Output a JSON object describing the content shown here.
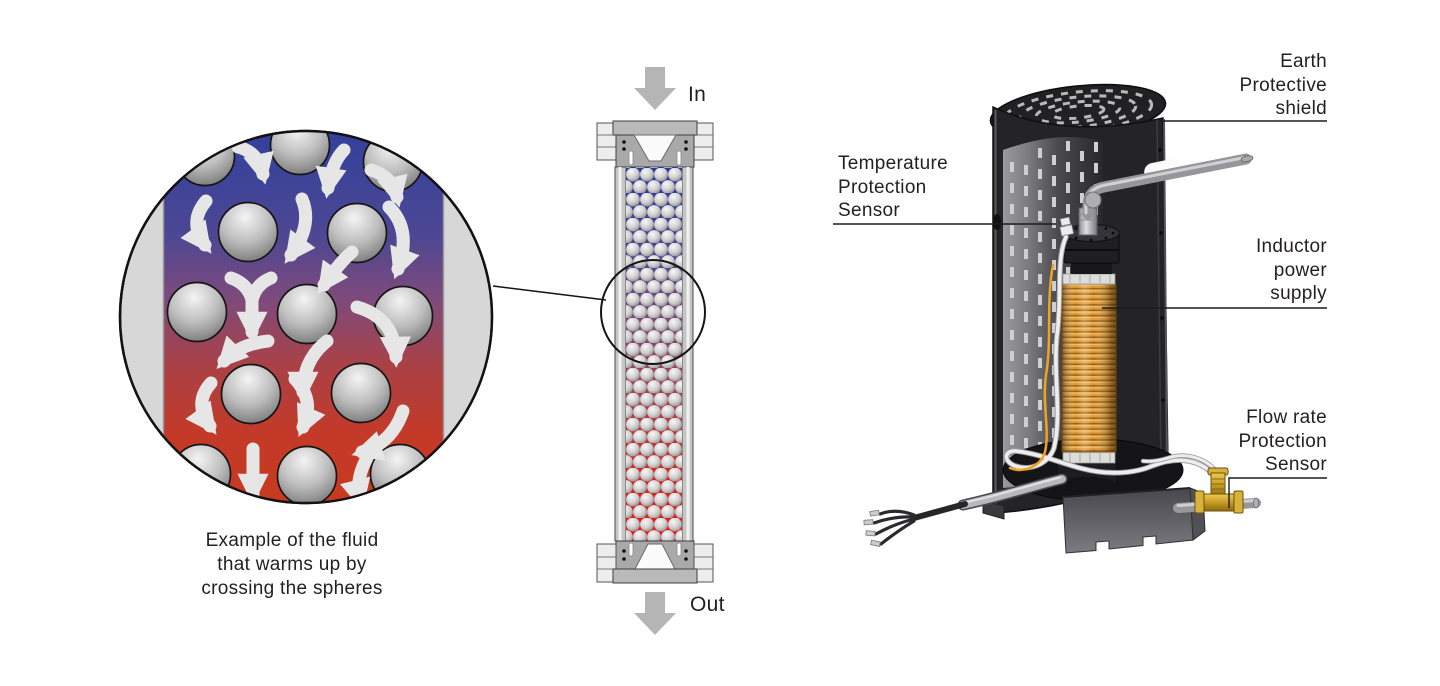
{
  "detail_view": {
    "caption": "Example of the fluid\nthat warms up by\ncrossing the spheres"
  },
  "column": {
    "in_label": "In",
    "out_label": "Out"
  },
  "device_labels": {
    "earth_shield": "Earth\nProtective\nshield",
    "temperature_sensor": "Temperature\nProtection\nSensor",
    "inductor_power_supply": "Inductor\npower\nsupply",
    "flow_rate_sensor": "Flow rate\nProtection\nSensor"
  },
  "colors": {
    "cold_fluid_blue": "#2b3a9c",
    "hot_fluid_red": "#e01818",
    "coil_copper": "#df9830",
    "valve_brass": "#d2a72e",
    "shield_gray": "#242427",
    "label_text": "#231f20"
  }
}
